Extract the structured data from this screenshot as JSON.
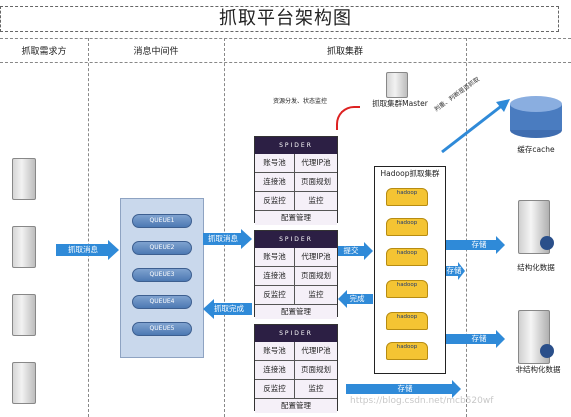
{
  "title": "抓取平台架构图",
  "sections": {
    "requester": "抓取需求方",
    "middleware": "消息中间件",
    "crawler_cluster": "抓取集群"
  },
  "master": {
    "label": "抓取集群Master",
    "annotation": "资源分发、状态监控"
  },
  "queues": [
    "QUEUE1",
    "QUEUE2",
    "QUEUE3",
    "QUEUE4",
    "QUEUE5"
  ],
  "spider": {
    "banner": "SPIDER",
    "cells": [
      "账号池",
      "代理IP池",
      "连接池",
      "页面规划",
      "反监控",
      "监控"
    ],
    "footer": "配置管理"
  },
  "hadoop": {
    "title": "Hadoop抓取集群",
    "node_label": "hadoop"
  },
  "arrows": {
    "submit": "抓取消息",
    "fetch": "抓取消息",
    "done": "抓取完成",
    "commit": "提交",
    "finish": "完成",
    "store1": "存储",
    "store2": "存储",
    "store3": "存储",
    "store4": "存储",
    "cache_path": "判重、判断是否抓取"
  },
  "storage": {
    "cache": "缓存cache",
    "structured": "结构化数据",
    "unstructured": "非结构化数据"
  },
  "watermark": "https://blog.csdn.net/mcb520wf"
}
